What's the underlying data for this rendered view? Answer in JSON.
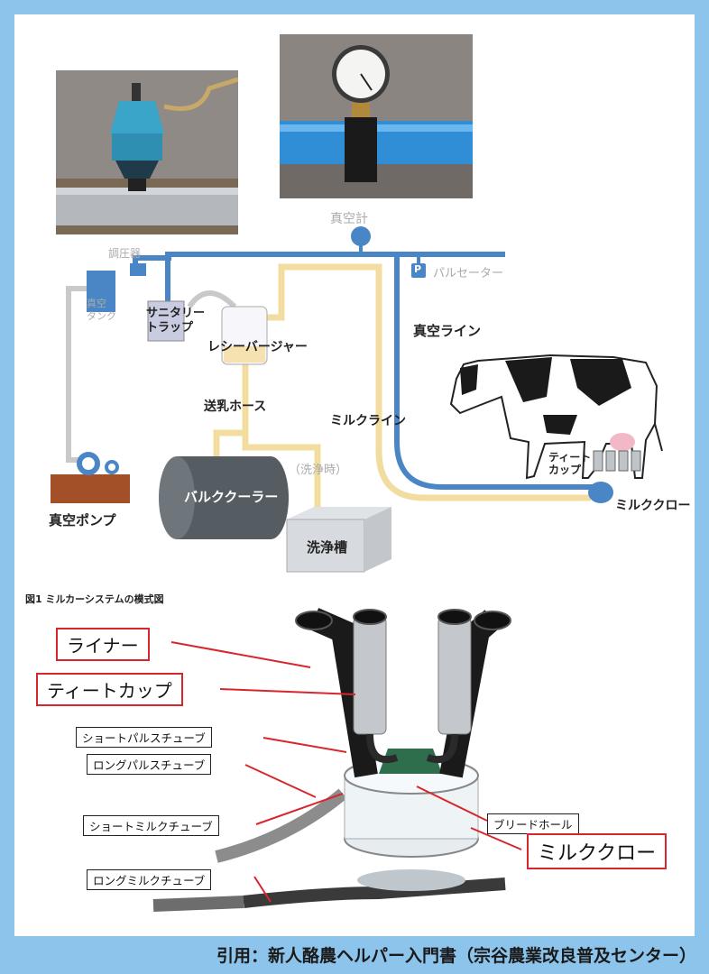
{
  "diagram1": {
    "labels": {
      "vacuum_gauge": "真空計",
      "regulator": "調圧器",
      "vacuum_tank": "真空\nタンク",
      "sanitary_trap": "サニタリー\nトラップ",
      "pulsator": "パルセーター",
      "pulsator_p": "P",
      "vacuum_line": "真空ライン",
      "receiver_jar": "レシーバージャー",
      "milk_hose": "送乳ホース",
      "milk_line": "ミルクライン",
      "washing_time": "（洗浄時）",
      "bulk_cooler": "バルククーラー",
      "teat_cup": "ティート\nカップ",
      "milk_claw": "ミルククロー",
      "vacuum_pump": "真空ポンプ",
      "wash_tank": "洗浄槽"
    },
    "caption": "図1 ミルカーシステムの模式図"
  },
  "diagram2": {
    "labels": {
      "liner": "ライナー",
      "teat_cup": "ティートカップ",
      "short_pulse_tube": "ショートパルスチューブ",
      "long_pulse_tube": "ロングパルスチューブ",
      "short_milk_tube": "ショートミルクチューブ",
      "bleed_hole": "ブリードホール",
      "milk_claw": "ミルククロー",
      "long_milk_tube": "ロングミルクチューブ"
    }
  },
  "credit": "引用：新人酪農ヘルパー入門書（宗谷農業改良普及センター）",
  "colors": {
    "frame": "#8cc4ec",
    "vacuum_line": "#4a86c5",
    "milk_line": "#f2dca0",
    "red_label_border": "#d8262d"
  }
}
